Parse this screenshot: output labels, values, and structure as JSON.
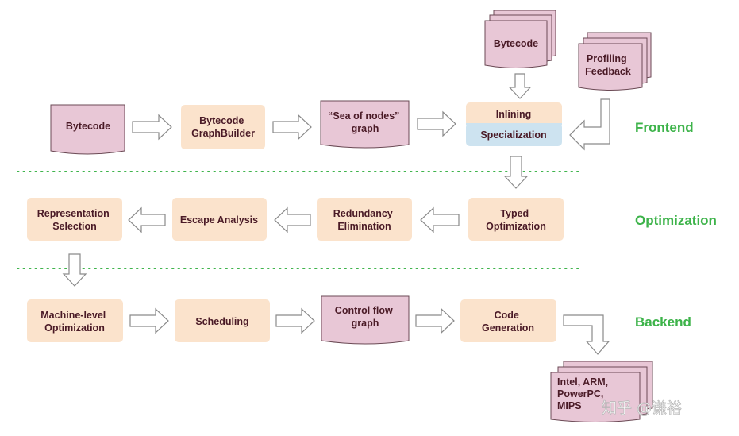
{
  "sections": {
    "frontend": "Frontend",
    "optimization": "Optimization",
    "backend": "Backend"
  },
  "nodes": {
    "bytecode_top": [
      "Bytecode"
    ],
    "profiling_feedback": [
      "Profiling",
      "Feedback"
    ],
    "bytecode_main": [
      "Bytecode"
    ],
    "graphbuilder": [
      "Bytecode",
      "GraphBuilder"
    ],
    "sea_of_nodes": [
      "“Sea of nodes”",
      "graph"
    ],
    "inlining": [
      "Inlining"
    ],
    "specialization": [
      "Specialization"
    ],
    "typed_optimization": [
      "Typed",
      "Optimization"
    ],
    "redundancy_elimination": [
      "Redundancy",
      "Elimination"
    ],
    "escape_analysis": [
      "Escape Analysis"
    ],
    "representation_selection": [
      "Representation",
      "Selection"
    ],
    "machine_level_optimization": [
      "Machine-level",
      "Optimization"
    ],
    "scheduling": [
      "Scheduling"
    ],
    "control_flow_graph": [
      "Control flow",
      "graph"
    ],
    "code_generation": [
      "Code",
      "Generation"
    ],
    "targets": [
      "Intel, ARM,",
      "PowerPC,",
      "MIPS"
    ]
  },
  "watermark": "知乎 @谦裕",
  "colors": {
    "document_fill": "#e8c7d6",
    "process_fill": "#fbe3cc",
    "inlining_fill": "#fbe3cc",
    "specialization_fill": "#cde3f0",
    "section_label": "#3db34a",
    "text": "#4a1a26"
  }
}
